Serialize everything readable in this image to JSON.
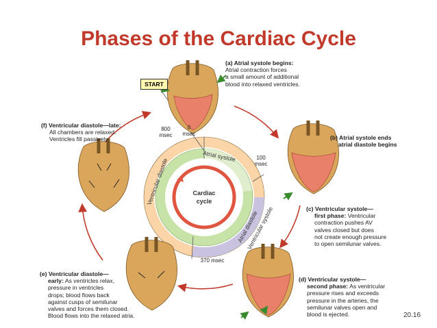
{
  "title": "Phases of the Cardiac Cycle",
  "start_label": "START",
  "center_label": [
    "Cardiac",
    "cycle"
  ],
  "ring_labels": {
    "atrial_systole": "Atrial systole",
    "atrial_diastole": "Atrial diastole",
    "ventricular_systole": "Ventricular systole",
    "ventricular_diastole": "Ventricular diastole"
  },
  "time_marks": {
    "t0": [
      "0",
      "msec"
    ],
    "t800": [
      "800",
      "msec"
    ],
    "t100": [
      "100",
      "msec"
    ],
    "t370": "370 msec"
  },
  "phases": {
    "a": {
      "title": "(a) Atrial systole begins:",
      "text": [
        "Atrial contraction forces",
        "a small amount of additional",
        "blood into relaxed ventricles."
      ]
    },
    "b": {
      "title": [
        "(b) Atrial systole ends",
        "atrial diastole begins"
      ]
    },
    "c": {
      "title": "(c) Ventricular systole—",
      "subtitle": "first phase:",
      "text_first": " Ventricular",
      "text": [
        "contraction pushes AV",
        "valves closed but does",
        "not create enough pressure",
        "to open semilunar valves."
      ]
    },
    "d": {
      "title": "(d) Ventricular systole—",
      "subtitle": "second phase:",
      "text_first": " As ventricular",
      "text": [
        "pressure rises and exceeds",
        "pressure in the arteries, the",
        "semilunar valves open and",
        "blood is ejected."
      ]
    },
    "e": {
      "title": "(e) Ventricular diastole—",
      "subtitle": "early:",
      "text_first": " As ventricles relax,",
      "text": [
        "pressure in ventricles",
        "drops; blood flows back",
        "against cusps of semilunar",
        "valves and forces them closed.",
        "Blood flows into the relaxed atria."
      ]
    },
    "f": {
      "title": "(f) Ventricular diastole—late:",
      "text": [
        "All chambers are relaxed.",
        "Ventricles fill passively."
      ]
    }
  },
  "figure_number": "20.16",
  "colors": {
    "title": "#c0392b",
    "arrow": "#c0392b",
    "ring_inner_red": "#e0553f",
    "ring_green": "#b5d98b",
    "ring_orange": "#fbd5a8",
    "ring_purple": "#c9c3e0",
    "heart_tan": "#d9a65b",
    "heart_red": "#e8806a"
  }
}
